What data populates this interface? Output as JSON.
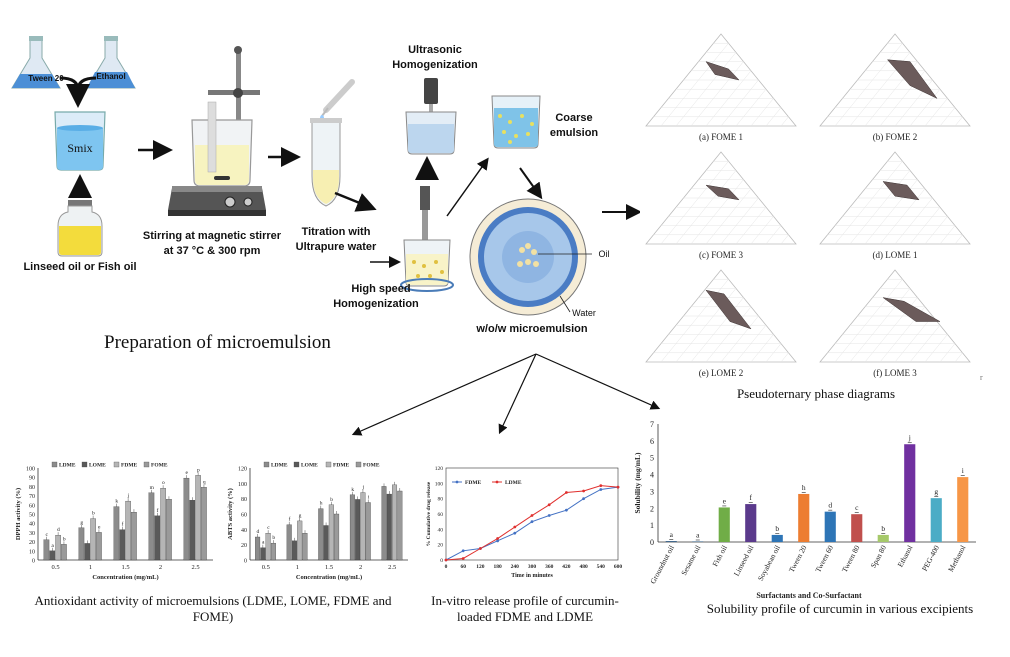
{
  "prep": {
    "tween": "Tween 20",
    "ethanol": "Ethanol",
    "smix": "Smix",
    "oil": "Linseed oil or Fish oil",
    "stir_1": "Stirring at magnetic stirrer",
    "stir_2": "at 37 °C & 300 rpm",
    "titr_1": "Titration with",
    "titr_2": "Ultrapure water",
    "ultra_1": "Ultrasonic",
    "ultra_2": "Homogenization",
    "coarse_1": "Coarse",
    "coarse_2": "emulsion",
    "hs_1": "High speed",
    "hs_2": "Homogenization",
    "oil_lbl": "Oil",
    "water_lbl": "Water",
    "wow": "w/o/w microemulsion",
    "title": "Preparation of microemulsion"
  },
  "phase": {
    "title": "Pseudoternary phase diagrams",
    "panels": [
      "(a)  FOME 1",
      "(b)  FOME 2",
      "(c)  FOME 3",
      "(d)  LOME 1",
      "(e)  LOME 2",
      "(f)  LOME 3"
    ],
    "corner_mark": "r"
  },
  "captions": {
    "antioxidant": "Antioxidant activity of microemulsions (LDME, LOME, FDME and FOME)",
    "release": "In-vitro release profile of curcumin-loaded FDME and LDME",
    "solubility": "Solubility profile of curcumin in various excipients"
  },
  "chart_data": [
    {
      "type": "bar",
      "ylabel": "DPPH activity (%)",
      "xlabel": "Concentration (mg/mL)",
      "ylim": [
        0,
        100
      ],
      "yticks": [
        "0",
        "10",
        "20",
        "30",
        "40",
        "50",
        "60",
        "70",
        "80",
        "90",
        "100"
      ],
      "categories": [
        "0.5",
        "1",
        "1.5",
        "2",
        "2.5"
      ],
      "series": [
        {
          "name": "LDME",
          "values": [
            22,
            35,
            58,
            73,
            89
          ],
          "letters": [
            "c",
            "g",
            "k",
            "m",
            "e"
          ]
        },
        {
          "name": "LOME",
          "values": [
            10,
            18,
            33,
            48,
            65
          ],
          "letters": [
            "a",
            "",
            "f",
            "f",
            ""
          ]
        },
        {
          "name": "FDME",
          "values": [
            27,
            45,
            64,
            78,
            92
          ],
          "letters": [
            "d",
            "b",
            "j",
            "o",
            "p"
          ]
        },
        {
          "name": "FOME",
          "values": [
            17,
            30,
            52,
            66,
            79
          ],
          "letters": [
            "b",
            "e",
            "",
            "",
            "q"
          ]
        }
      ]
    },
    {
      "type": "bar",
      "ylabel": "ABTS activity (%)",
      "xlabel": "Concentration (mg/mL)",
      "ylim": [
        0,
        120
      ],
      "yticks": [
        "0",
        "20",
        "40",
        "60",
        "80",
        "100",
        "120"
      ],
      "categories": [
        "0.5",
        "1",
        "1.5",
        "2",
        "2.5"
      ],
      "series": [
        {
          "name": "LDME",
          "values": [
            30,
            46,
            67,
            85,
            96
          ],
          "letters": [
            "d",
            "f",
            "h",
            "k",
            ""
          ]
        },
        {
          "name": "LOME",
          "values": [
            16,
            25,
            45,
            79,
            86
          ],
          "letters": [
            "a",
            "",
            "",
            "",
            ""
          ]
        },
        {
          "name": "FDME",
          "values": [
            35,
            51,
            72,
            88,
            98
          ],
          "letters": [
            "c",
            "g",
            "b",
            "j",
            ""
          ]
        },
        {
          "name": "FOME",
          "values": [
            22,
            35,
            60,
            75,
            90
          ],
          "letters": [
            "b",
            "",
            "",
            "i",
            ""
          ]
        }
      ]
    },
    {
      "type": "line",
      "ylabel": "% Cumulative drug release",
      "xlabel": "Time in minutes",
      "x": [
        0,
        60,
        120,
        180,
        240,
        300,
        360,
        420,
        480,
        540,
        600
      ],
      "xlim": [
        0,
        600
      ],
      "ylim": [
        0,
        120
      ],
      "yticks": [
        "0",
        "20",
        "40",
        "60",
        "80",
        "100",
        "120"
      ],
      "series": [
        {
          "name": "FDME",
          "color": "#4472C4",
          "values": [
            0,
            12,
            15,
            25,
            35,
            50,
            58,
            65,
            80,
            92,
            95
          ]
        },
        {
          "name": "LDME",
          "color": "#E0302E",
          "values": [
            0,
            2,
            15,
            28,
            43,
            58,
            72,
            88,
            90,
            97,
            95
          ]
        }
      ]
    },
    {
      "type": "bar",
      "ylabel": "Solubility  (mg/mL)",
      "xlabel": "Surfactants and Co-Surfactant",
      "ylim": [
        0,
        7
      ],
      "yticks": [
        "0",
        "1",
        "2",
        "3",
        "4",
        "5",
        "6",
        "7"
      ],
      "categories": [
        "Groundnut oil",
        "Sesame oil",
        "Fish oil",
        "Linseed oil",
        "Soyabean oil",
        "Tween 20",
        "Tween 60",
        "Tween 80",
        "Span 80",
        "Ethanol",
        "PEG-400",
        "Methanol"
      ],
      "values": [
        0.05,
        0.03,
        2.05,
        2.25,
        0.42,
        2.85,
        1.8,
        1.65,
        0.42,
        5.8,
        2.6,
        3.85
      ],
      "letters": [
        "a",
        "a",
        "e",
        "f",
        "b",
        "h",
        "d",
        "c",
        "b",
        "j",
        "g",
        "i"
      ],
      "colors": [
        "#1F4E79",
        "#1F4E79",
        "#70AD47",
        "#5B3A8C",
        "#2E75B6",
        "#ED7D31",
        "#2E75B6",
        "#C0504D",
        "#A6C96A",
        "#7030A0",
        "#4BACC6",
        "#F79646"
      ]
    }
  ]
}
